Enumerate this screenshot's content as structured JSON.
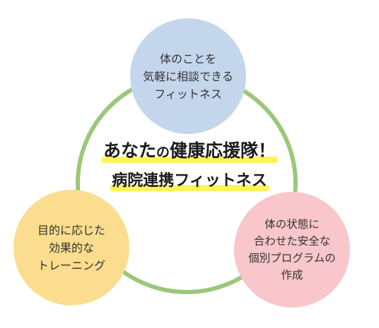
{
  "center": {
    "line1_a": "あなた",
    "line1_b": "の",
    "line1_c": "健康応援隊！",
    "line2": "病院連携フィットネス"
  },
  "nodes": {
    "top": [
      "体のことを",
      "気軽に相談できる",
      "フィットネス"
    ],
    "left": [
      "目的に応じた",
      "効果的な",
      "トレーニング"
    ],
    "right": [
      "体の状態に",
      "合わせた安全な",
      "個別プログラムの",
      "作成"
    ]
  },
  "colors": {
    "ring": "#9cc77a",
    "top_circle": "#c4d6ec",
    "left_circle": "#fadd8e",
    "right_circle": "#f8c6cb",
    "highlight": "#fff35a"
  }
}
